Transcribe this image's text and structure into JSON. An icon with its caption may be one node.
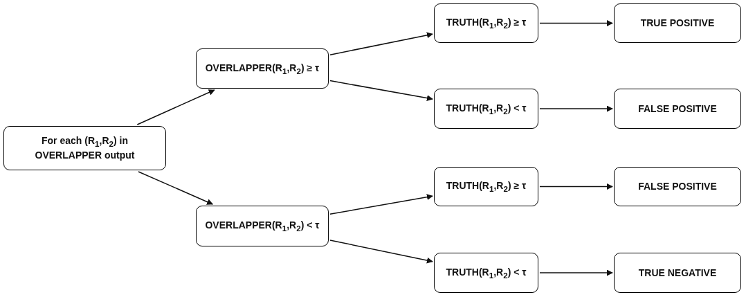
{
  "diagram": {
    "nodes": [
      {
        "text": [
          "For each (R$_{1}$,R$_{2}$) in OVERLAPPER output"
        ]
      },
      {
        "text": [
          "OVERLAPPER(R$_{1}$,R$_{2}$) ≥ τ"
        ]
      },
      {
        "text": [
          "OVERLAPPER(R$_{1}$,R$_{2}$) < τ"
        ]
      },
      {
        "text": [
          "TRUTH(R$_{1}$,R$_{2}$) ≥ τ"
        ]
      },
      {
        "text": [
          "TRUTH(R$_{1}$,R$_{2}$) < τ"
        ]
      },
      {
        "text": [
          "TRUTH(R$_{1}$,R$_{2}$) ≥ τ"
        ]
      },
      {
        "text": [
          "TRUTH(R$_{1}$,R$_{2}$) < τ"
        ]
      },
      {
        "text": [
          "TRUE POSITIVE"
        ]
      },
      {
        "text": [
          "FALSE POSITIVE"
        ]
      },
      {
        "text": [
          "FALSE POSITIVE"
        ]
      },
      {
        "text": [
          "TRUE NEGATIVE"
        ]
      }
    ],
    "edges": [
      {
        "from": 0,
        "to": 1,
        "arrow": "to"
      },
      {
        "from": 0,
        "to": 2,
        "arrow": "to"
      },
      {
        "from": 1,
        "to": 3,
        "arrow": "to"
      },
      {
        "from": 1,
        "to": 4,
        "arrow": "to"
      },
      {
        "from": 2,
        "to": 5,
        "arrow": "to"
      },
      {
        "from": 2,
        "to": 6,
        "arrow": "to"
      },
      {
        "from": 3,
        "to": 7,
        "arrow": "to"
      },
      {
        "from": 4,
        "to": 8,
        "arrow": "to"
      },
      {
        "from": 5,
        "to": 9,
        "arrow": "to"
      },
      {
        "from": 6,
        "to": 10,
        "arrow": "to"
      }
    ]
  }
}
